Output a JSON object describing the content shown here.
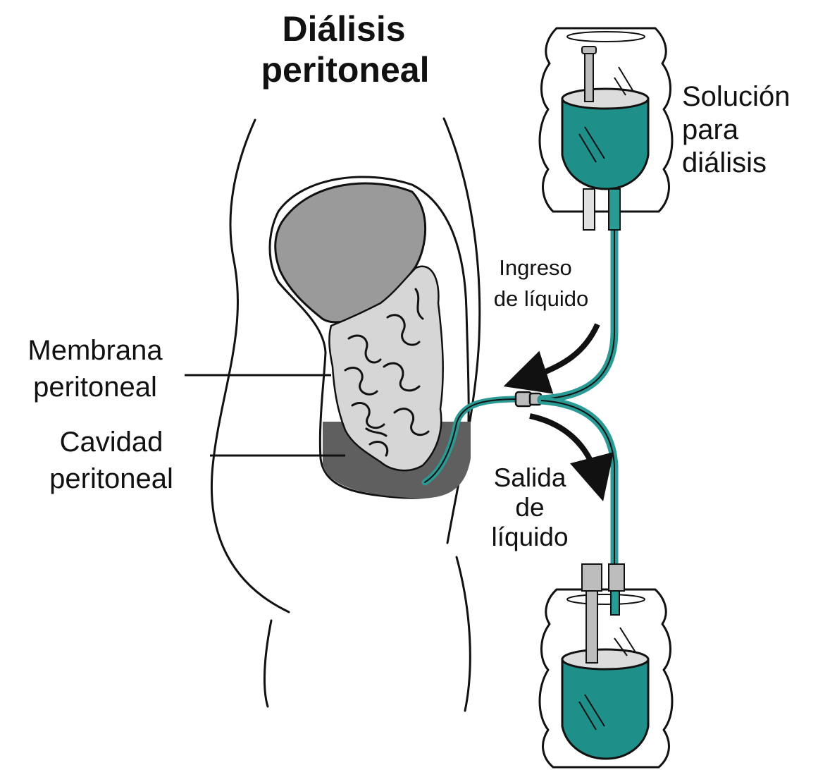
{
  "title": {
    "line1": "Diálisis",
    "line2": "peritoneal"
  },
  "labels": {
    "solution": [
      "Solución",
      "para",
      "diálisis"
    ],
    "inflow": [
      "Ingreso",
      "de líquido"
    ],
    "outflow": [
      "Salida",
      "de",
      "líquido"
    ],
    "membrane": [
      "Membrana",
      "peritoneal"
    ],
    "cavity": [
      "Cavidad",
      "peritoneal"
    ]
  },
  "colors": {
    "dialysate": "#1f8f8a",
    "tube": "#2a9a95",
    "stomach": "#9a9a9a",
    "intestines": "#d6d6d6",
    "cavity_fluid": "#5f5f5f",
    "outline": "#111111"
  }
}
